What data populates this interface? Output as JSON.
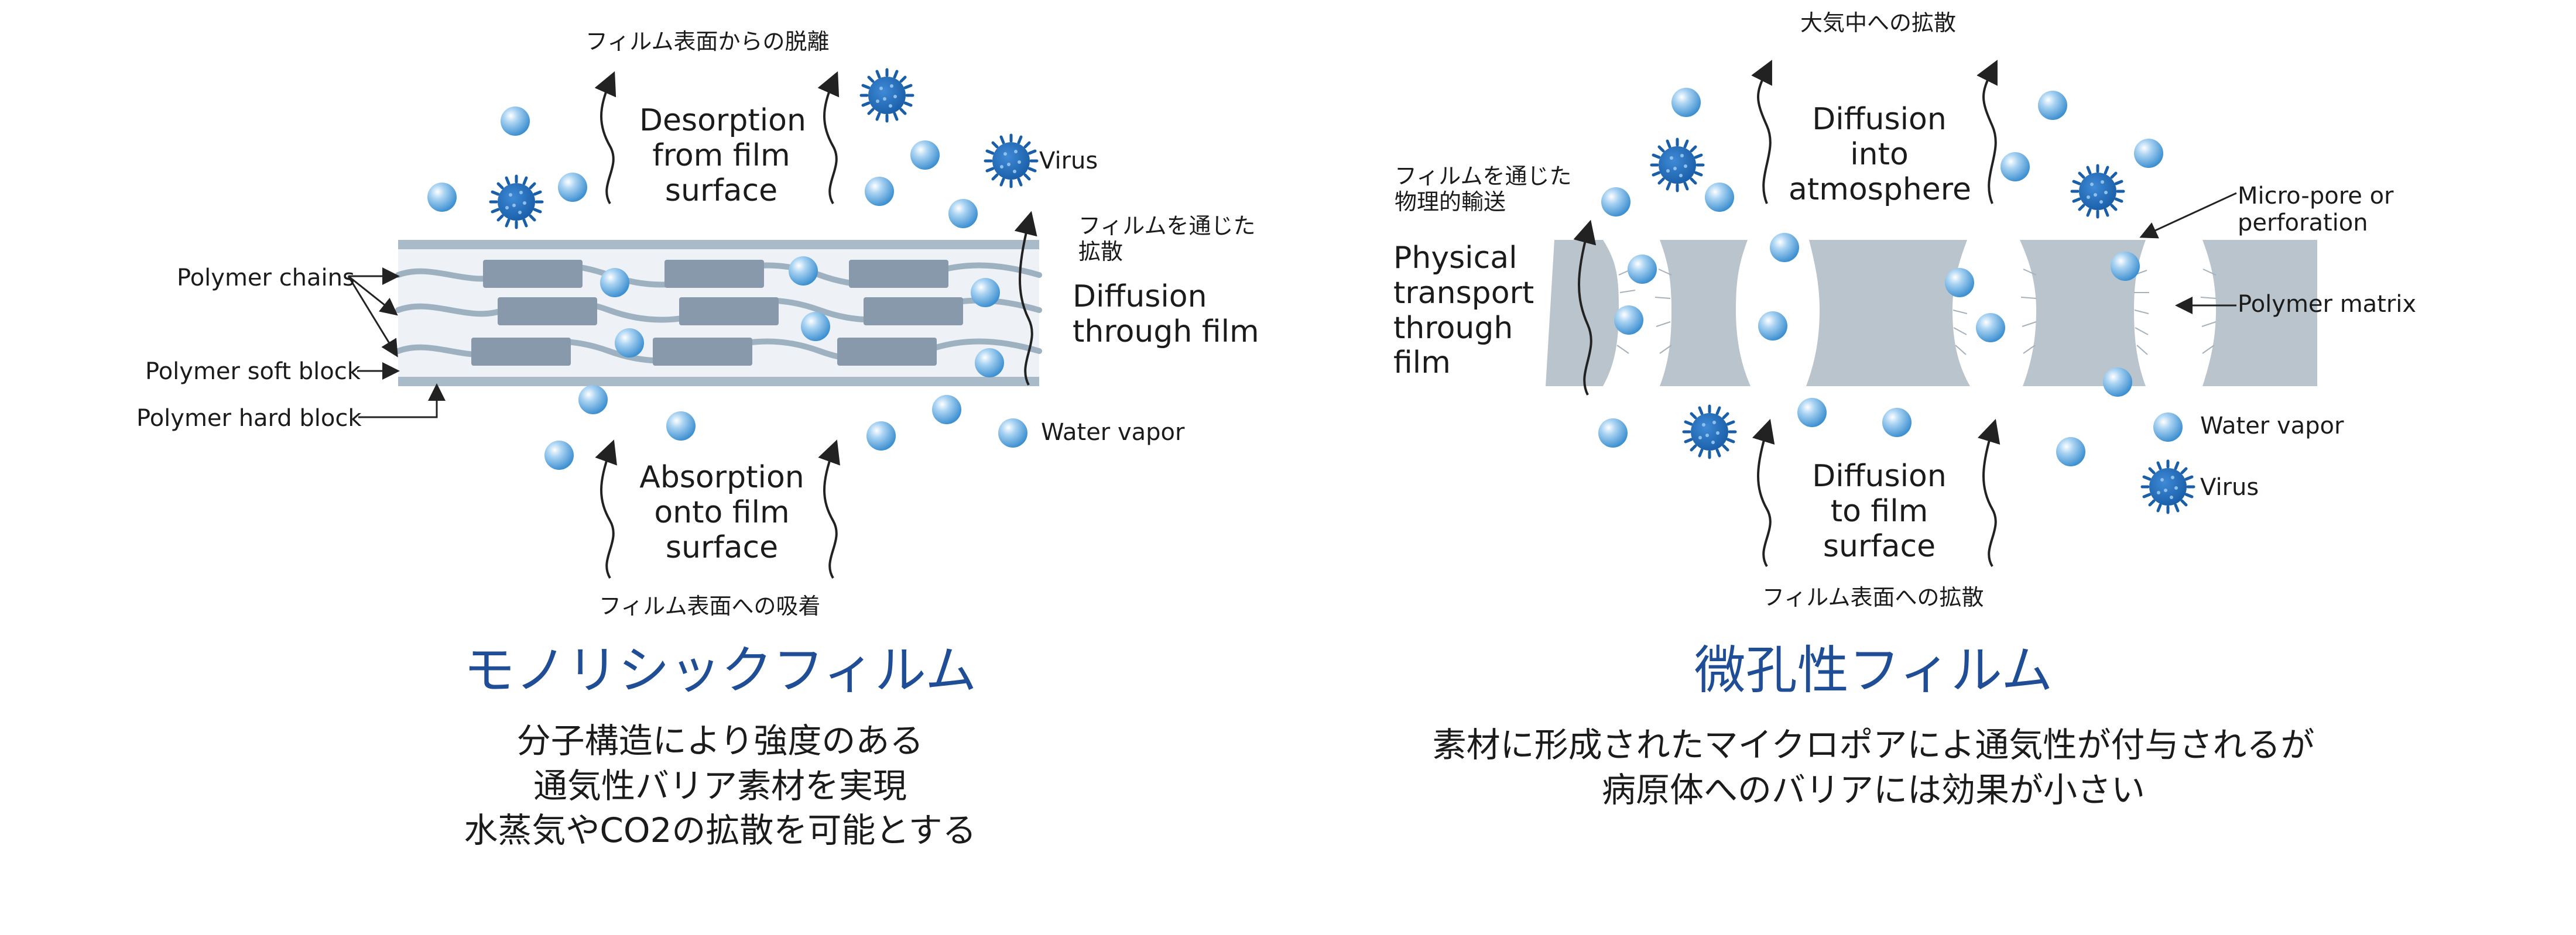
{
  "colors": {
    "film_frame": "#a9bac9",
    "film_fill": "#eef2f6",
    "polymer_chain": "#9eb1c1",
    "hard_block": "#8799ab",
    "matrix": "#b9c4cd",
    "arrow": "#222222",
    "title": "#1f4e96",
    "water_dark": "#3c8fd0",
    "virus": "#1a5ea8"
  },
  "icons": [
    "water-vapor-bubble-icon",
    "virus-icon",
    "wavy-arrow-icon"
  ],
  "left": {
    "desorption_jp": "フィルム表面からの脱離",
    "desorption_en": "Desorption\nfrom film\nsurface",
    "virus_label": "Virus",
    "through_film_jp": "フィルムを通じた\n拡散",
    "through_film_en": "Diffusion\nthrough film",
    "polymer_chains": "Polymer chains",
    "soft_block": "Polymer soft block",
    "hard_block": "Polymer hard block",
    "water_vapor": "Water vapor",
    "absorption_en": "Absorption\nonto film\nsurface",
    "absorption_jp": "フィルム表面への吸着",
    "title": "モノリシックフィルム",
    "description": "分子構造により強度のある\n通気性バリア素材を実現\n水蒸気やCO2の拡散を可能とする"
  },
  "right": {
    "atmosphere_jp": "大気中への拡散",
    "atmosphere_en": "Diffusion\ninto\natmosphere",
    "physical_jp": "フィルムを通じた\n物理的輸送",
    "physical_en": "Physical\ntransport\nthrough\nfilm",
    "micropore": "Micro-pore or\nperforation",
    "polymer_matrix": "Polymer matrix",
    "water_vapor": "Water vapor",
    "virus_label": "Virus",
    "surface_en": "Diffusion\nto film\nsurface",
    "surface_jp": "フィルム表面への拡散",
    "title": "微孔性フィルム",
    "description": "素材に形成されたマイクロポアによ通気性が付与されるが\n病原体へのバリアには効果が小さい"
  }
}
